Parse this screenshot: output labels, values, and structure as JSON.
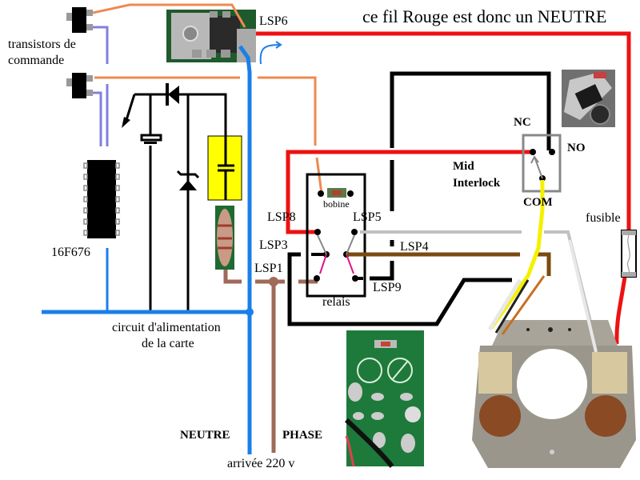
{
  "title": "ce fil Rouge est donc un NEUTRE",
  "labels": {
    "transistors": "transistors  de",
    "commande": "commande",
    "chip": "16F676",
    "power_circuit_1": "circuit d'alimentation",
    "power_circuit_2": "de la carte",
    "neutre": "NEUTRE",
    "phase": "PHASE",
    "arrival": "arrivée 220 v",
    "lsp6": "LSP6",
    "lsp8": "LSP8",
    "lsp5": "LSP5",
    "lsp3": "LSP3",
    "lsp4": "LSP4",
    "lsp1": "LSP1",
    "lsp9": "LSP9",
    "bobine": "bobine",
    "relais": "relais",
    "nc": "NC",
    "no": "NO",
    "com": "COM",
    "mid_interlock_1": "Mid",
    "mid_interlock_2": "Interlock",
    "fusible": "fusible"
  },
  "colors": {
    "red_wire": "#ee1111",
    "blue_wire": "#1a7fe8",
    "brown_wire": "#a06a58",
    "dark_brown_wire": "#7a4a10",
    "orange_wire": "#ee8a50",
    "lavender_wire": "#8080e0",
    "yellow_wire": "#f6f000",
    "grey_wire": "#c0c0c0",
    "capacitor_box": "#ffff00",
    "pcb_green": "#1e7a3a"
  }
}
